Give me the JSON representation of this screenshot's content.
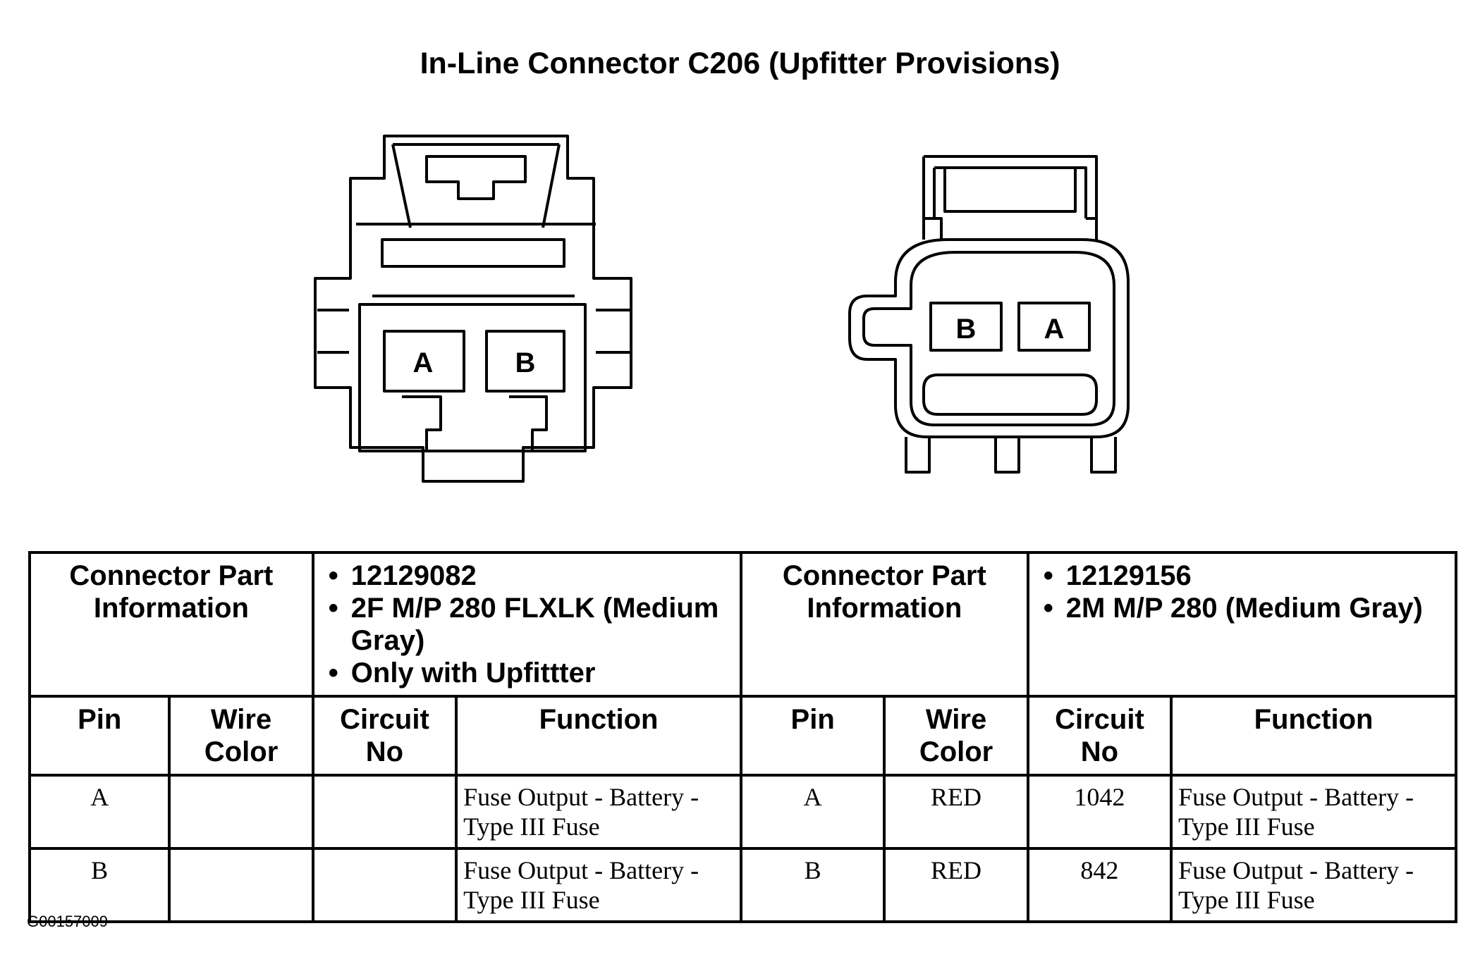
{
  "title": "In-Line Connector C206 (Upfitter Provisions)",
  "figure_code": "G00157009",
  "connector_left": {
    "pins": [
      "A",
      "B"
    ],
    "part_label": "Connector Part Information",
    "part_info": [
      "12129082",
      "2F M/P 280 FLXLK (Medium Gray)",
      "Only with Upfittter"
    ]
  },
  "connector_right": {
    "pins": [
      "B",
      "A"
    ],
    "part_label": "Connector Part Information",
    "part_info": [
      "12129156",
      "2M M/P 280 (Medium Gray)"
    ]
  },
  "columns": {
    "pin": "Pin",
    "wire_color": "Wire Color",
    "circuit_no": "Circuit No",
    "function": "Function"
  },
  "rows": [
    {
      "left": {
        "pin": "A",
        "wire_color": "",
        "circuit_no": "",
        "function": "Fuse Output - Battery - Type III Fuse"
      },
      "right": {
        "pin": "A",
        "wire_color": "RED",
        "circuit_no": "1042",
        "function": "Fuse Output - Battery - Type III Fuse"
      }
    },
    {
      "left": {
        "pin": "B",
        "wire_color": "",
        "circuit_no": "",
        "function": "Fuse Output - Battery - Type III Fuse"
      },
      "right": {
        "pin": "B",
        "wire_color": "RED",
        "circuit_no": "842",
        "function": "Fuse Output - Battery - Type III Fuse"
      }
    }
  ]
}
